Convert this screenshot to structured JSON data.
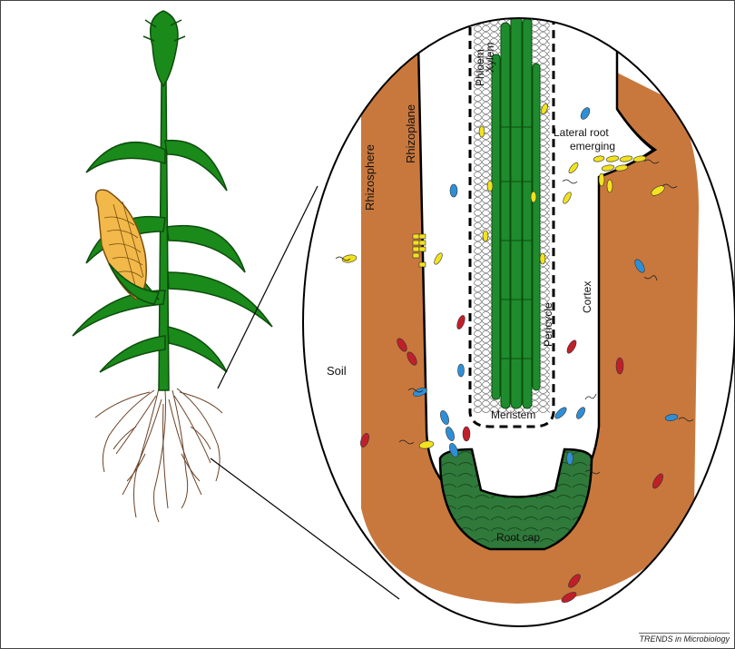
{
  "labels": {
    "rhizosphere": "Rhizosphere",
    "rhizoplane": "Rhizoplane",
    "phloem": "Phloem",
    "xylem": "Xylem",
    "lateral_root_line1": "Lateral root",
    "lateral_root_line2": "emerging",
    "pericycle": "Pericycle",
    "cortex": "Cortex",
    "soil": "Soil",
    "meristem": "Meristem",
    "root_cap": "Root cap"
  },
  "credit": "TRENDS in Microbiology",
  "colors": {
    "rhizosphere": "#c9783d",
    "leaf": "#1a8a1a",
    "vascular": "#1e8c2e",
    "root_cap": "#2f7a3a",
    "cob": "#f2b94a",
    "bacteria_blue": "#2f8fd6",
    "bacteria_red": "#c01f2a",
    "bacteria_yellow": "#f2e21f",
    "roots": "#6b4226"
  },
  "icons": {
    "plant": "corn-plant-icon",
    "bacteria": "bacterium-icon"
  }
}
